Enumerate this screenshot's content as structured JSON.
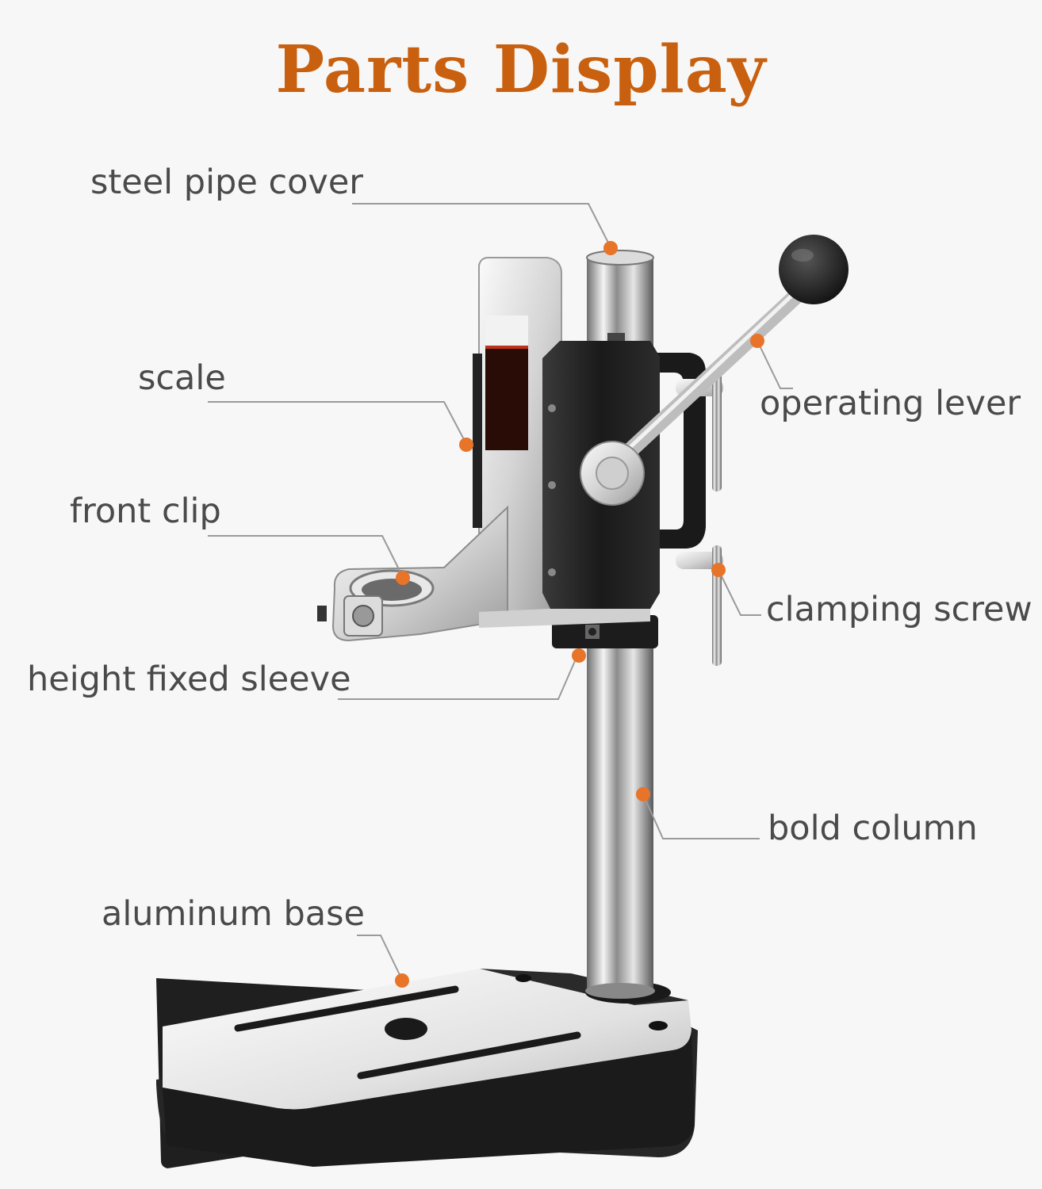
{
  "title": "Parts Display",
  "colors": {
    "title": "#c8600f",
    "dot": "#e8742a",
    "leader": "#9a9a9a",
    "label": "#4a4a4a",
    "background": "#f7f7f7",
    "black_parts": "#1c1c1c",
    "silver_parts": "#c9c9c9"
  },
  "labels": {
    "steel_pipe_cover": "steel pipe cover",
    "scale": "scale",
    "front_clip": "front clip",
    "height_fixed_sleeve": "height fixed sleeve",
    "aluminum_base": "aluminum base",
    "operating_lever": "operating lever",
    "clamping_screw": "clamping screw",
    "bold_column": "bold column"
  }
}
